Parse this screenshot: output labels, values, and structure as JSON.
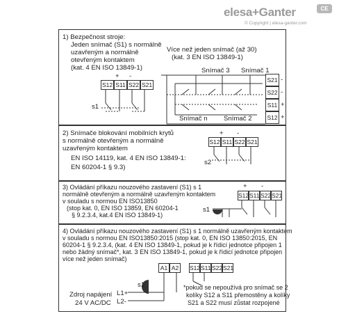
{
  "header": {
    "brand": "elesa+Ganter",
    "copyright": "© Copyright | elesa-ganter.com",
    "badge": "CE"
  },
  "section1": {
    "title": "1) Bezpečnost stroje:",
    "left_lines": [
      "Jeden snímač (S1) s normálně",
      "uzavřeným a normálně",
      "otevřeným kontaktem",
      "(kat. 4 EN ISO 13849-1)"
    ],
    "right_lines": [
      "Více než jeden snímač (až 30)",
      "(kat. 3 EN ISO 13849-1)"
    ],
    "sensor3": "Snímač 3",
    "sensor1": "Snímač 1",
    "sensorN": "Snímač n",
    "sensor2": "Snímač 2",
    "plus": "+",
    "minus": "-",
    "s1": "s1",
    "terminals": [
      "S12",
      "S11",
      "S22",
      "S21"
    ],
    "right_terminals": [
      "S21",
      "S22",
      "S11",
      "S12"
    ],
    "right_signs": [
      "-",
      "-",
      "+",
      "+"
    ]
  },
  "section2": {
    "lines": [
      "2) Snímače blokování mobilních krytů",
      "s normálně otevřeným a normálně",
      "uzavřeným kontaktem",
      "EN ISO 14119, kat. 4 EN ISO 13849-1:",
      "EN 60204-1 § 9.3)"
    ],
    "terminals": [
      "S12",
      "S11",
      "S22",
      "S21"
    ],
    "plus": "+",
    "minus": "-",
    "s2": "s2"
  },
  "section3": {
    "lines": [
      "3) Ovládání příkazu nouzového zastavení (S1) s 1",
      "normálně otevřeným a normálně uzavřeným kontaktem",
      "v souladu s normou EN ISO13850",
      "(stop kat. 0, EN ISO 13859, EN 60204-1",
      "§ 9.2.3.4, kat.4 EN ISO 13849-1)"
    ],
    "terminals": [
      "S12",
      "S11",
      "S22",
      "S21"
    ],
    "plus": "+",
    "minus": "-",
    "s1": "s1"
  },
  "section4": {
    "lines": [
      "4) Ovládání příkazu nouzového zastavení (S1) s 1 normálně uzavřeným kontaktem",
      "v souladu s normou EN ISO13850:2015 (stop kat. 0, EN ISO 13850:2015, EN",
      "60204-1 § 9.2.3.4, (kat. 4 EN ISO 13849-1, pokud je k řídicí jednotce připojen 1",
      "nebo žádný snímač*, kat. 3 EN ISO 13849-1, pokud je k řídicí jednotce připojen",
      "více než jeden snímač)"
    ],
    "a_terminals": [
      "A1",
      "A2"
    ],
    "terminals": [
      "S12",
      "S11",
      "S22",
      "S21"
    ],
    "s1": "s1",
    "supply_lines": [
      "Zdroj napájení",
      "24 V AC/DC"
    ],
    "l1": "L1+",
    "l2": "L2-",
    "note_lines": [
      "*pokud se nepoužívá pro snímač se 2",
      "kolíky S12 a S11 přemostěny a kolíky",
      "S21 a S22 musí zůstat rozpojené"
    ]
  }
}
